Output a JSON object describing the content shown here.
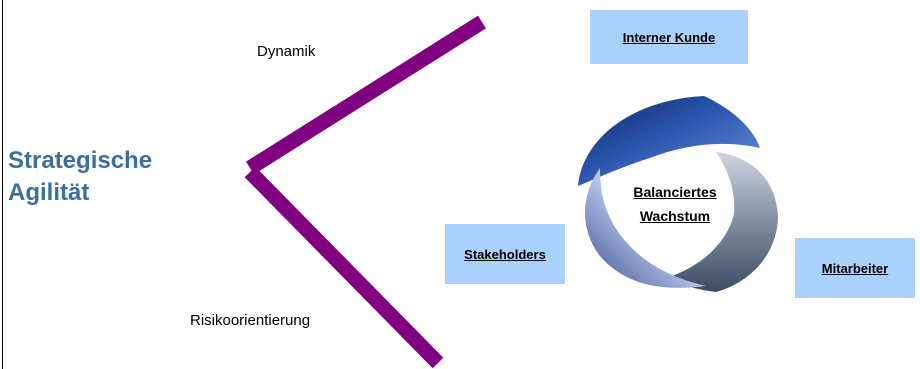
{
  "title": {
    "line1": "Strategische",
    "line2": "Agilität"
  },
  "branches": {
    "top_label": "Dynamik",
    "bottom_label": "Risikoorientierung",
    "color": "#800080"
  },
  "cycle": {
    "center_line1": "Balanciertes",
    "center_line2": "Wachstum",
    "arrow_colors": [
      "#1f3f8c",
      "#5b6f88",
      "#c6d2ec"
    ]
  },
  "boxes": {
    "internal_customer": "Interner Kunde",
    "employees": "Mitarbeiter",
    "stakeholders": "Stakeholders",
    "color": "#a9d1fb"
  },
  "colors": {
    "title": "#3a6f9e"
  }
}
